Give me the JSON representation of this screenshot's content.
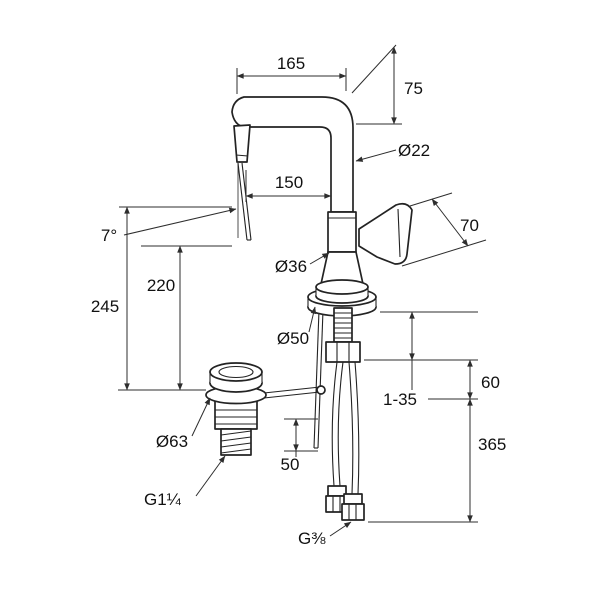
{
  "page": {
    "kind": "technical dimension drawing",
    "subject": "single-lever basin mixer with pop-up waste",
    "background": "#ffffff",
    "line_color": "#232323"
  },
  "labels": {
    "spout_projection": "165",
    "top_height": "75",
    "spout_tube_diameter": "Ø22",
    "outlet_projection": "150",
    "stream_angle": "7°",
    "handle_length": "70",
    "body_diameter": "Ø36",
    "total_height": "245",
    "outlet_height": "220",
    "base_diameter": "Ø50",
    "mounting_thickness": "1-35",
    "clearance_below_deck": "60",
    "waste_plug_diameter": "Ø63",
    "rod_stroke": "50",
    "hose_length": "365",
    "waste_thread": "G1¼",
    "supply_thread": "G⅜"
  }
}
